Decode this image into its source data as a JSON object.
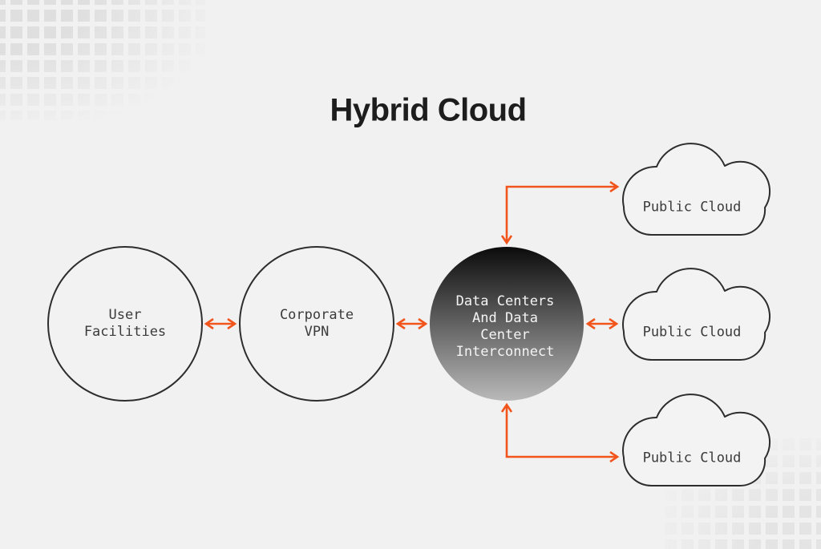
{
  "title": "Hybrid Cloud",
  "colors": {
    "background": "#f1f1f1",
    "accent": "#F1551C",
    "outline": "#2d2d2d",
    "node_fill": "#f2f2f2",
    "cloud_fill": "#f3f3f3",
    "node_text": "#3b3b3b",
    "dark_node_text": "#f4f4f4",
    "title_text": "#1d1d1d",
    "dark_node_gradient_top": "#0b0b0b",
    "dark_node_gradient_bottom": "#b9b9b9"
  },
  "nodes": {
    "user_facilities": {
      "label": "User\nFacilities",
      "shape": "circle"
    },
    "corporate_vpn": {
      "label": "Corporate\nVPN",
      "shape": "circle"
    },
    "data_centers": {
      "label": "Data Centers\nAnd Data\nCenter\nInterconnect",
      "shape": "circle-gradient"
    },
    "public_cloud_top": {
      "label": "Public Cloud",
      "shape": "cloud"
    },
    "public_cloud_middle": {
      "label": "Public Cloud",
      "shape": "cloud"
    },
    "public_cloud_bottom": {
      "label": "Public Cloud",
      "shape": "cloud"
    }
  },
  "connections": [
    {
      "from": "user_facilities",
      "to": "corporate_vpn",
      "direction": "bidirectional",
      "shape": "straight"
    },
    {
      "from": "corporate_vpn",
      "to": "data_centers",
      "direction": "bidirectional",
      "shape": "straight"
    },
    {
      "from": "data_centers",
      "to": "public_cloud_middle",
      "direction": "bidirectional",
      "shape": "straight"
    },
    {
      "from": "data_centers",
      "to": "public_cloud_top",
      "direction": "bidirectional",
      "shape": "elbow"
    },
    {
      "from": "data_centers",
      "to": "public_cloud_bottom",
      "direction": "bidirectional",
      "shape": "elbow"
    }
  ]
}
